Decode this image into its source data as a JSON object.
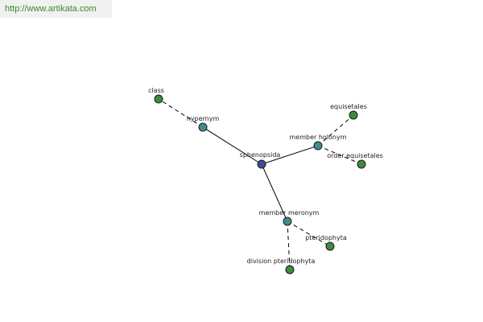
{
  "header": {
    "site_link": "http://www.artikata.com"
  },
  "colors": {
    "center": "#3f4d9a",
    "relation": "#3e8e8e",
    "term": "#3f8a3f"
  },
  "graph": {
    "center": {
      "label": "sphenopsida"
    },
    "relations": {
      "hypernym": {
        "label": "hypernym"
      },
      "holonym": {
        "label": "member holonym"
      },
      "meronym": {
        "label": "member meronym"
      }
    },
    "terms": {
      "class": {
        "label": "class"
      },
      "equisetales": {
        "label": "equisetales"
      },
      "order_equisetales": {
        "label": "order equisetales"
      },
      "pteridophyta": {
        "label": "pteridophyta"
      },
      "division_pteridophyta": {
        "label": "division pteridophyta"
      }
    }
  }
}
